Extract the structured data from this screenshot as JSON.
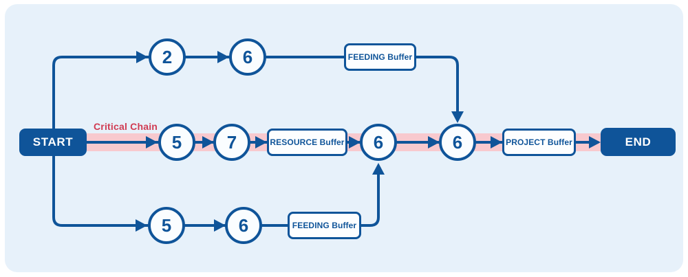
{
  "labels": {
    "critical_chain": "Critical Chain",
    "start": "START",
    "end": "END"
  },
  "buffers": {
    "feeding_top": "FEEDING Buffer",
    "resource": "RESOURCE Buffer",
    "project": "PROJECT Buffer",
    "feeding_bottom": "FEEDING Buffer"
  },
  "tasks": {
    "top": [
      "2",
      "6"
    ],
    "critical": [
      "5",
      "7",
      "6",
      "6"
    ],
    "bottom": [
      "5",
      "6"
    ]
  },
  "structure": {
    "top_path": "START → 2 → 6 → FEEDING Buffer → merges into critical task 6 (second)",
    "critical_path": "START → 5 → 7 → RESOURCE Buffer → 6 → 6 → PROJECT Buffer → END",
    "bottom_path": "START → 5 → 6 → FEEDING Buffer → merges into critical task 6 (first)"
  },
  "colors": {
    "line": "#0f5499",
    "node_fill": "#fafdff",
    "buffer_fill": "#fdfeff",
    "critical_band": "#f8c9ce",
    "critical_label": "#d03b52",
    "panel_background": "#e7f1fa",
    "terminal_text": "#ffffff"
  }
}
